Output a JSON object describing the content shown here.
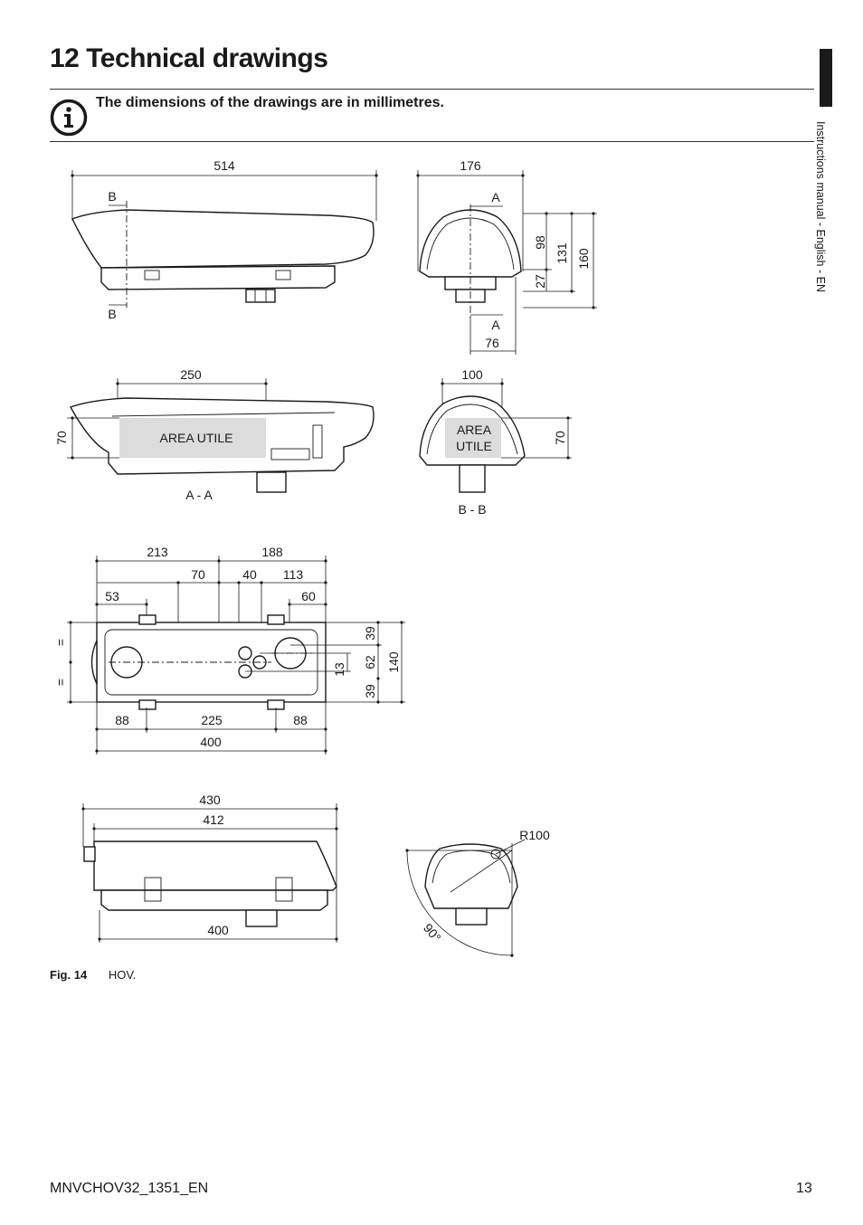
{
  "header": {
    "title": "12 Technical drawings",
    "side_label": "Instructions manual - English - EN"
  },
  "note": {
    "icon": "info-icon",
    "text": "The dimensions of the drawings are in millimetres."
  },
  "drawings": {
    "side_view": {
      "d_width": "514",
      "sec_top": "B",
      "sec_bottom": "B"
    },
    "front_view": {
      "d_width": "176",
      "sec_top": "A",
      "sec_bottom": "A",
      "d_98": "98",
      "d_131": "131",
      "d_160": "160",
      "d_27": "27",
      "d_76": "76"
    },
    "section_aa": {
      "d_250": "250",
      "d_70": "70",
      "area_label": "AREA UTILE",
      "label": "A - A"
    },
    "section_bb": {
      "d_100": "100",
      "d_70": "70",
      "area_line1": "AREA",
      "area_line2": "UTILE",
      "label": "B - B"
    },
    "bottom_view": {
      "d_213": "213",
      "d_188": "188",
      "d_70": "70",
      "d_40": "40",
      "d_113": "113",
      "d_53": "53",
      "d_60": "60",
      "d_39a": "39",
      "d_13": "13",
      "d_62": "62",
      "d_140": "140",
      "d_39b": "39",
      "d_88a": "88",
      "d_225": "225",
      "d_88b": "88",
      "d_400": "400",
      "eq_symbol": "="
    },
    "side_view_2": {
      "d_430": "430",
      "d_412": "412",
      "d_400": "400"
    },
    "rotation_view": {
      "radius": "R100",
      "angle": "90°"
    }
  },
  "caption": {
    "fig": "Fig. 14",
    "text": "HOV."
  },
  "footer": {
    "doc_code": "MNVCHOV32_1351_EN",
    "page_number": "13"
  }
}
